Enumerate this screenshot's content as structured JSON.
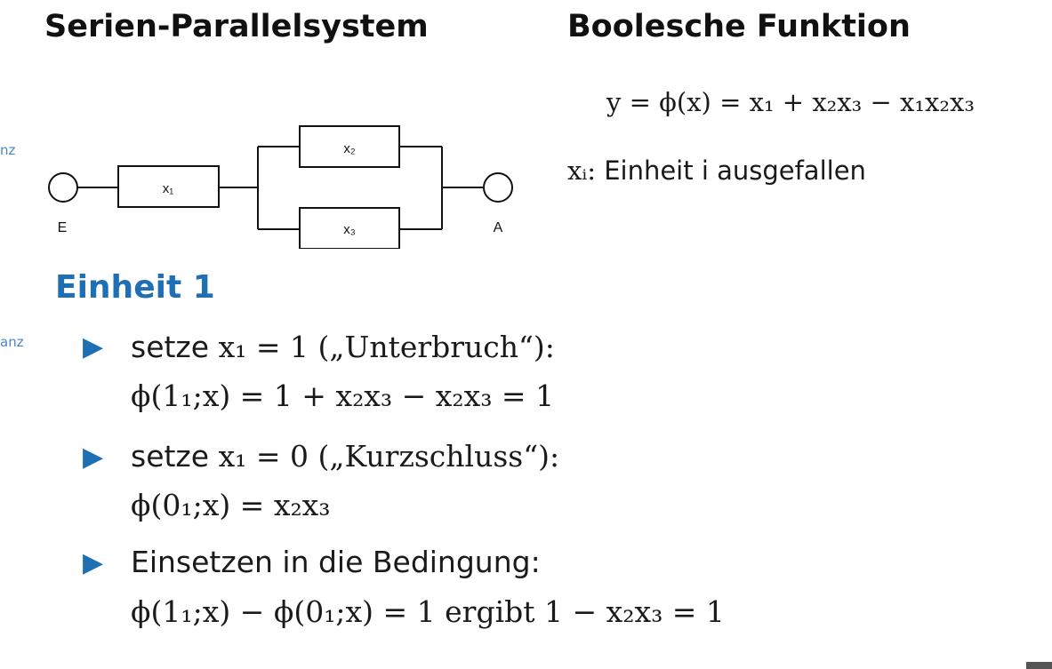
{
  "left_heading": "Serien-Parallelsystem",
  "right_heading": "Boolesche Funktion",
  "side_labels": [
    "nz",
    "anz"
  ],
  "circuit": {
    "nodes": [
      "E",
      "A"
    ],
    "blocks": [
      "x₁",
      "x₂",
      "x₃"
    ]
  },
  "boolean": {
    "text": "y = ϕ(x) = x₁ + x₂x₃ − x₁x₂x₃",
    "note_var": "xᵢ:",
    "note_text": "Einheit i ausgefallen"
  },
  "section_title": "Einheit 1",
  "bullets": [
    {
      "line1_prefix": "setze",
      "line1_var": "x₁",
      "line1_rest": "= 1 („Unterbruch“):",
      "line2": "ϕ(1₁;x) = 1 + x₂x₃ − x₂x₃ = 1"
    },
    {
      "line1_prefix": "setze",
      "line1_var": "x₁",
      "line1_rest": "= 0 („Kurzschluss“):",
      "line2": "ϕ(0₁;x) = x₂x₃"
    },
    {
      "line1": "Einsetzen in die Bedingung:",
      "line2": "ϕ(1₁;x) − ϕ(0₁;x) = 1 ergibt 1 − x₂x₃ = 1"
    }
  ],
  "corner_button_color": "#555555"
}
